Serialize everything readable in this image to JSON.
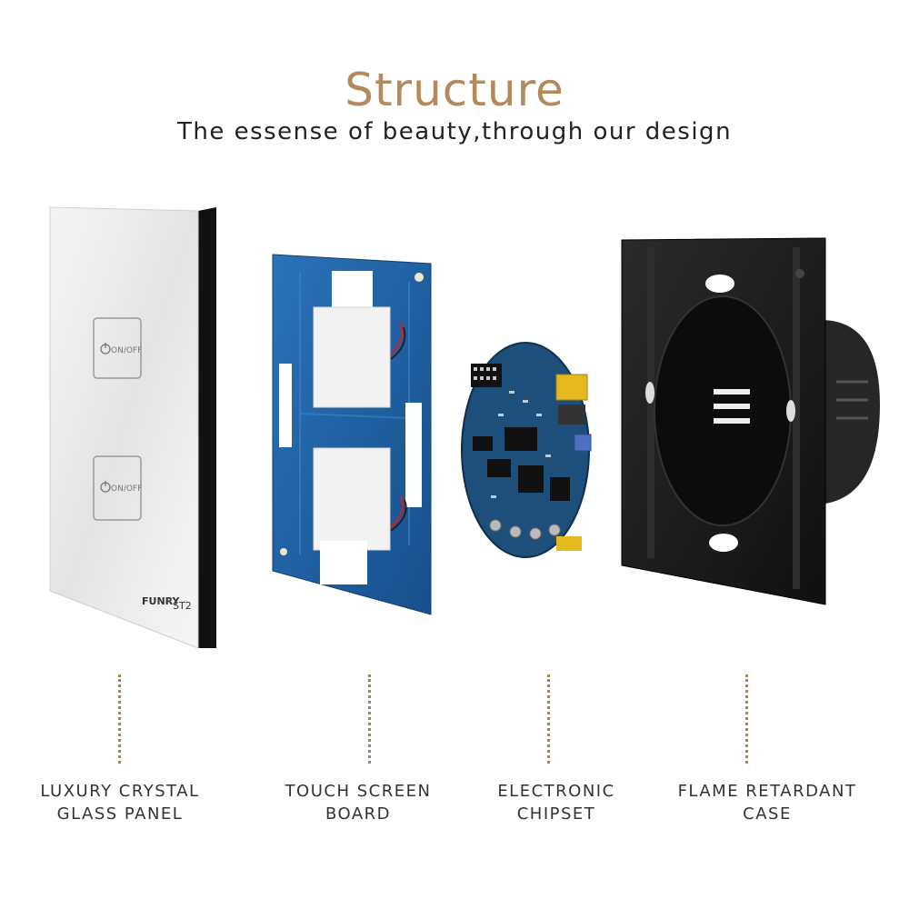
{
  "header": {
    "title": "Structure",
    "subtitle": "The essense of beauty,through our design"
  },
  "panel": {
    "button_label": "ON/OFF",
    "brand": "FUNRY",
    "model": "ST2"
  },
  "components": [
    {
      "line1": "LUXURY CRYSTAL",
      "line2": "GLASS PANEL"
    },
    {
      "line1": "TOUCH SCREEN",
      "line2": "BOARD"
    },
    {
      "line1": "ELECTRONIC",
      "line2": "CHIPSET"
    },
    {
      "line1": "FLAME RETARDANT",
      "line2": "CASE"
    }
  ],
  "colors": {
    "accent": "#b48a5c",
    "pcb": "#1d5ea0",
    "case": "#1c1c1c"
  }
}
